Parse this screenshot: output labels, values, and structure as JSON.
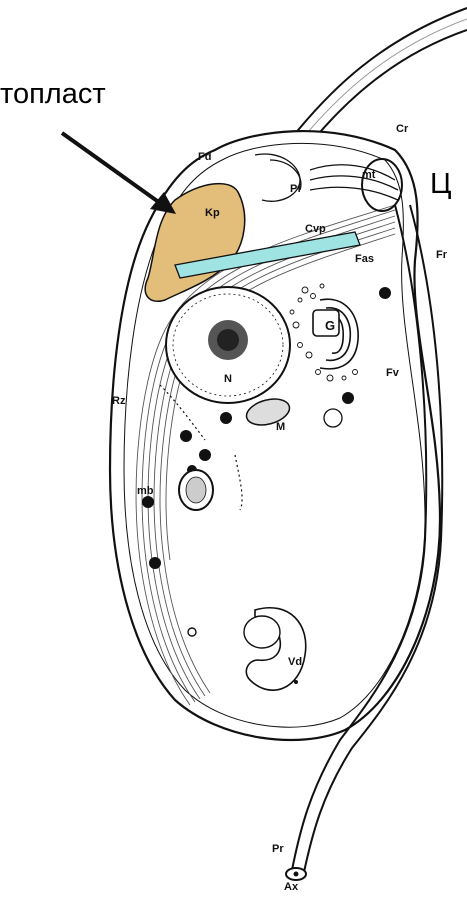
{
  "callouts": {
    "left": "топласт",
    "right": "Ц"
  },
  "labels": {
    "Fd": "Fd",
    "Cr": "Cr",
    "Pf": "Pf",
    "mt": "mt",
    "Kp": "Kp",
    "Cvp": "Cvp",
    "Fas": "Fas",
    "Fr": "Fr",
    "G": "G",
    "N": "N",
    "Fv": "Fv",
    "Rz": "Rz",
    "M": "M",
    "mb": "mb",
    "Vd": "Vd",
    "Pr": "Pr",
    "Ax": "Ax"
  },
  "colors": {
    "chloroplast_fill": "#e3bd7a",
    "contractile_vacuole_fill": "#9fe3e3",
    "outline": "#111111",
    "background": "#ffffff"
  }
}
